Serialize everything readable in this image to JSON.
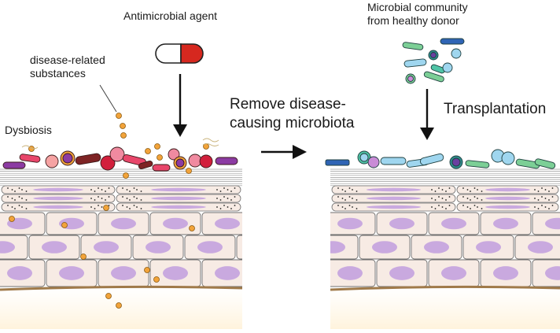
{
  "labels": {
    "antimicrobial": "Antimicrobial agent",
    "disease_substances": "disease-related\nsubstances",
    "dysbiosis": "Dysbiosis",
    "remove": "Remove disease-\ncausing microbiota",
    "community": "Microbial community\nfrom healthy donor",
    "transplantation": "Transplantation"
  },
  "colors": {
    "mucus_line": "#9a9a9a",
    "cell_fill": "#f7ebe4",
    "cell_outline": "#6f6f6f",
    "nucleus": "#c9a9df",
    "base_line": "#a07a4a",
    "substance": "#f2a33a",
    "capsule_red": "#d6281f",
    "pink": "#f08aa0",
    "crimson": "#d21f3c",
    "maroon": "#7e2324",
    "purple": "#8c3ba3",
    "teal": "#4fc4a6",
    "light_blue": "#9fd6ef",
    "dark_blue": "#2f64b5",
    "green": "#7ccf96",
    "arrow": "#111111"
  }
}
